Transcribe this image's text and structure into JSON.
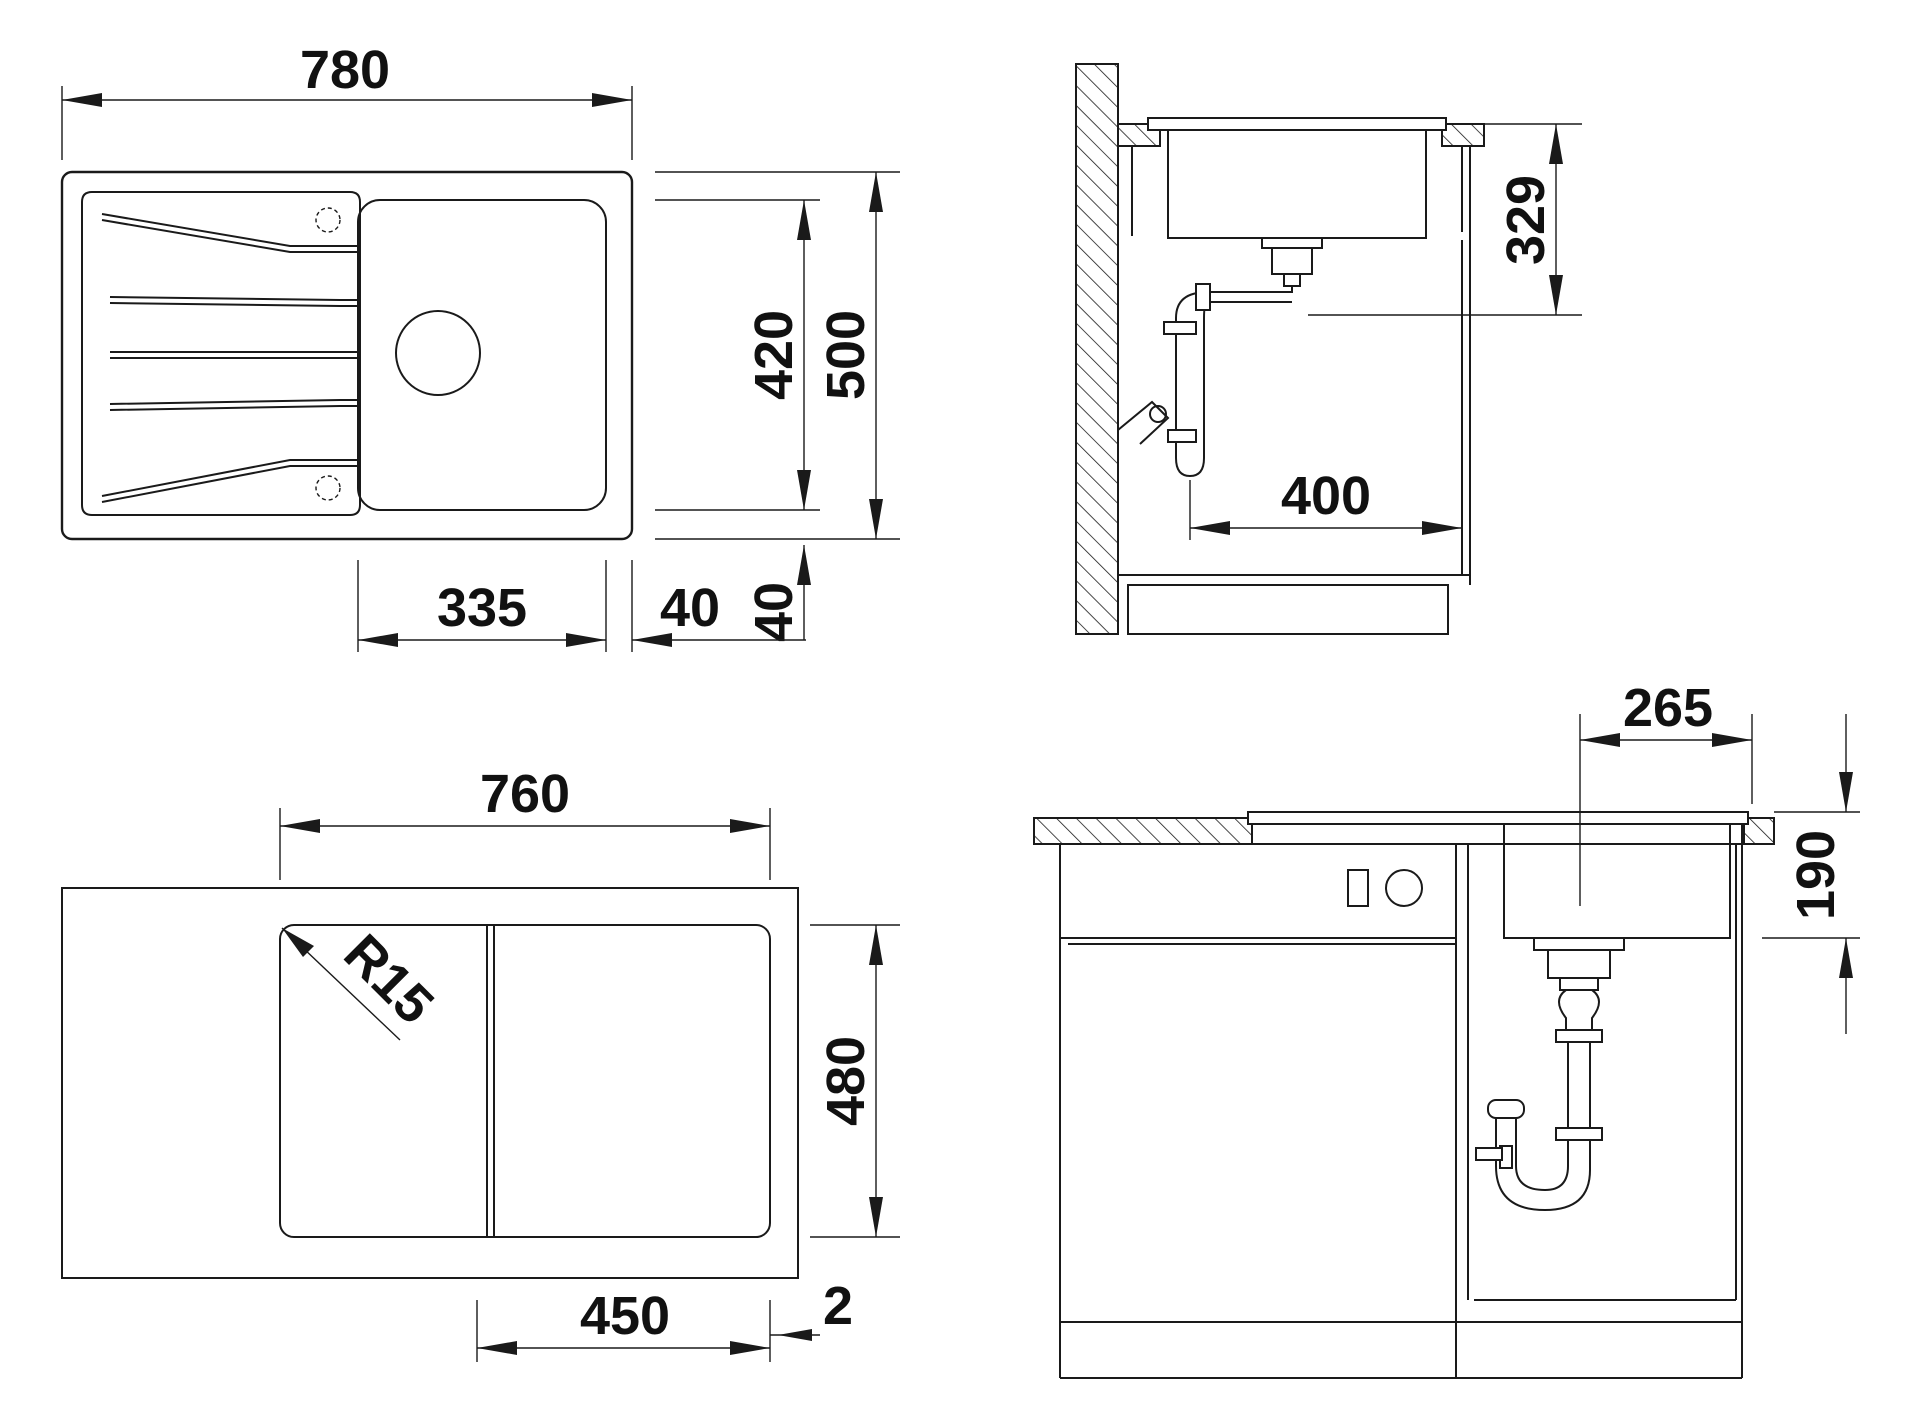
{
  "colors": {
    "line": "#1a1a1a",
    "text": "#111111",
    "background": "#ffffff",
    "hatch": "#1a1a1a"
  },
  "top_plan": {
    "width": "780",
    "bowl_depth": "420",
    "overall_depth": "500",
    "bowl_width": "335",
    "right_margin": "40",
    "bottom_margin": "40"
  },
  "side_section": {
    "bowl_height": "329",
    "drain_offset": "400"
  },
  "cutout_plan": {
    "width": "760",
    "radius": "R15",
    "depth": "480",
    "bowl_width": "450",
    "edge": "2"
  },
  "front_section": {
    "drain_offset": "265",
    "bowl_height": "190"
  }
}
